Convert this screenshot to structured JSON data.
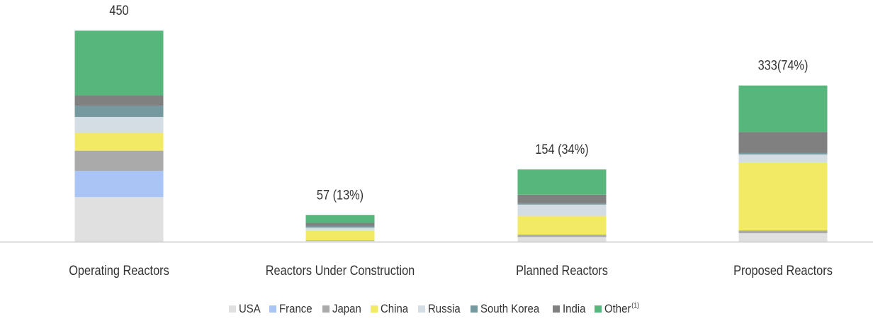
{
  "chart_data": {
    "type": "bar",
    "stacked": true,
    "categories": [
      "Operating Reactors",
      "Reactors Under Construction",
      "Planned Reactors",
      "Proposed Reactors"
    ],
    "totals_labels": [
      "450",
      "57 (13%)",
      "154 (34%)",
      "333(74%)"
    ],
    "totals": [
      450,
      57,
      154,
      333
    ],
    "series": [
      {
        "name": "USA",
        "color": "#e0e0e0",
        "values": [
          95,
          2,
          10,
          18
        ]
      },
      {
        "name": "France",
        "color": "#a9c4f5",
        "values": [
          56,
          0,
          0,
          0
        ]
      },
      {
        "name": "Japan",
        "color": "#aaaaaa",
        "values": [
          43,
          1,
          5,
          6
        ]
      },
      {
        "name": "China",
        "color": "#f2ea64",
        "values": [
          38,
          20,
          40,
          144
        ]
      },
      {
        "name": "Russia",
        "color": "#d3dde3",
        "values": [
          34,
          7,
          24,
          18
        ]
      },
      {
        "name": "South Korea",
        "color": "#75999e",
        "values": [
          24,
          4,
          3,
          3
        ]
      },
      {
        "name": "India",
        "color": "#808080",
        "values": [
          22,
          6,
          18,
          45
        ]
      },
      {
        "name": "Other",
        "superscript": "(1)",
        "color": "#57b67c",
        "values": [
          138,
          17,
          54,
          99
        ]
      }
    ],
    "ylim": [
      0,
      470
    ],
    "grid": false,
    "legend_position": "bottom"
  }
}
